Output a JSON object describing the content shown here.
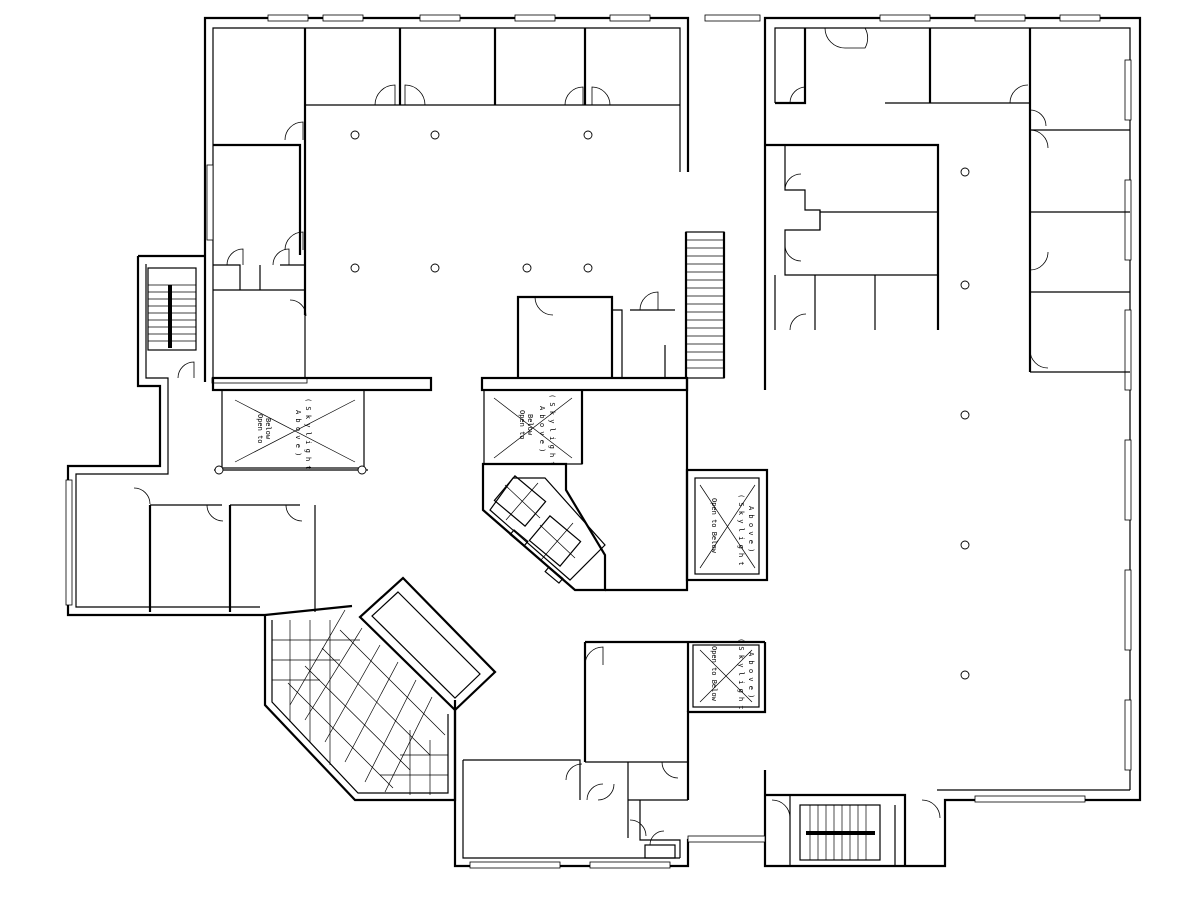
{
  "plan": {
    "skylights": [
      {
        "id": "west",
        "line1": "( S k y l i g h t",
        "line2": "A b o v e )",
        "line3": "Open to",
        "line4": "Below"
      },
      {
        "id": "center",
        "line1": "( S k y l i g h t",
        "line2": "A b o v e )",
        "line3": "Open to",
        "line4": "Below"
      },
      {
        "id": "east",
        "line1": "( S k y l i g h t",
        "line2": "A b o v e )",
        "line3": "Open to Below",
        "line4": ""
      },
      {
        "id": "southeast",
        "line1": "( S k y l i g h t",
        "line2": "A b o v e )",
        "line3": "Open to Below",
        "line4": ""
      }
    ]
  }
}
